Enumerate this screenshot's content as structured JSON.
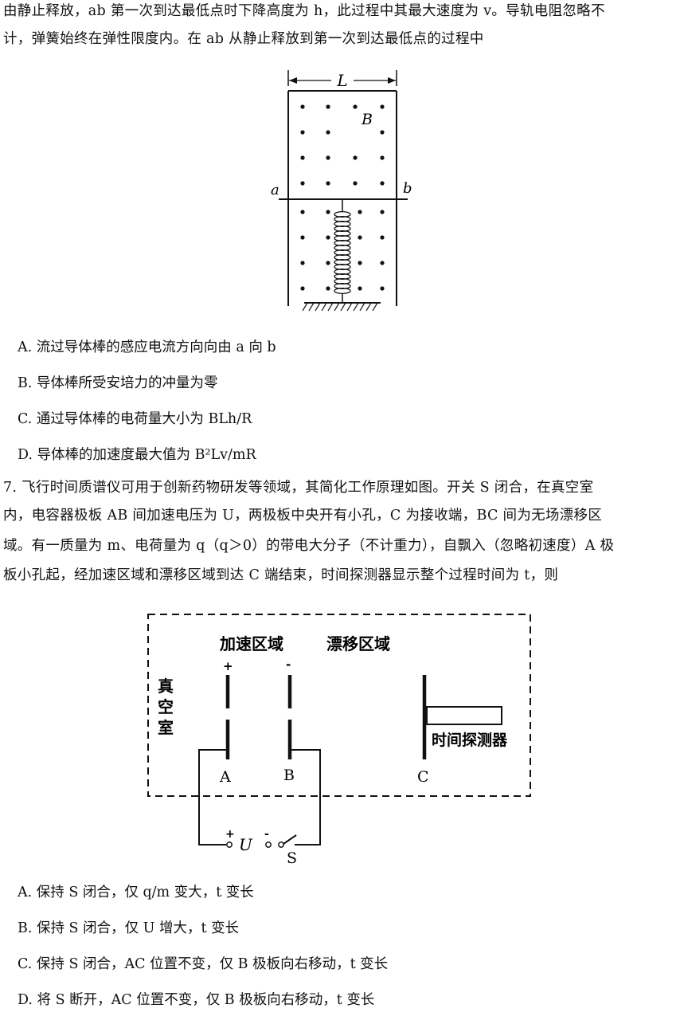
{
  "intro_lines": [
    "由静止释放，ab 第一次到达最低点时下降高度为 h，此过程中其最大速度为 v。导轨电阻忽略不",
    "计，弹簧始终在弹性限度内。在 ab 从静止释放到第一次到达最低点的过程中"
  ],
  "figure1": {
    "label_L": "L",
    "label_B": "B",
    "label_a": "a",
    "label_b": "b"
  },
  "q6_options": [
    "A. 流过导体棒的感应电流方向向由 a 向 b",
    "B. 导体棒所受安培力的冲量为零",
    "C. 通过导体棒的电荷量大小为 BLh/R",
    "D. 导体棒的加速度最大值为 B²Lv/mR"
  ],
  "q7_lines": [
    "7. 飞行时间质谱仪可用于创新药物研发等领域，其简化工作原理如图。开关 S 闭合，在真空室",
    "内，电容器极板 AB 间加速电压为 U，两极板中央开有小孔，C 为接收端，BC 间为无场漂移区",
    "域。有一质量为 m、电荷量为 q（q＞0）的带电大分子（不计重力），自飘入（忽略初速度）A 极",
    "板小孔起，经加速区域和漂移区域到达 C 端结束，时间探测器显示整个过程时间为 t，则"
  ],
  "figure2": {
    "label_accel": "加速区域",
    "label_drift": "漂移区域",
    "label_vacuum": "真空室",
    "label_plus": "+",
    "label_minus": "-",
    "label_A": "A",
    "label_B": "B",
    "label_C": "C",
    "label_detector": "时间探测器",
    "label_U": "U",
    "label_S": "S",
    "label_src_plus": "+",
    "label_src_minus": "-"
  },
  "q7_options": [
    "A. 保持 S 闭合，仅 q/m 变大，t 变长",
    "B. 保持 S 闭合，仅 U 增大，t 变长",
    "C. 保持 S 闭合，AC 位置不变，仅 B 极板向右移动，t 变长",
    "D. 将 S 断开，AC 位置不变，仅 B 极板向右移动，t 变长"
  ]
}
